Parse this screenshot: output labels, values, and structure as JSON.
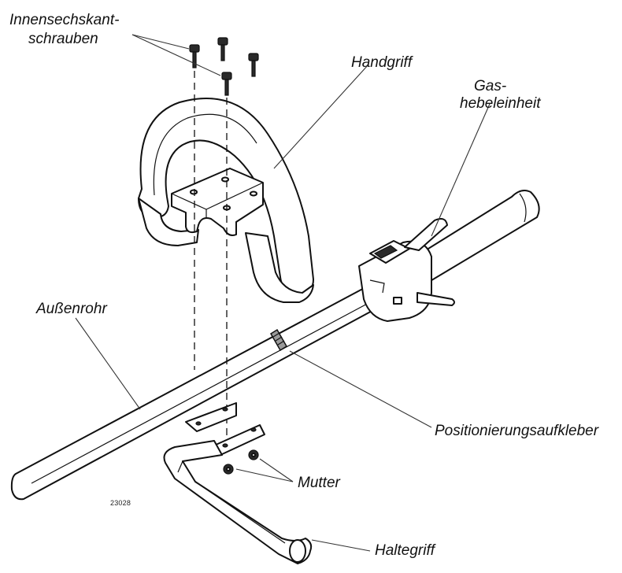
{
  "labels": {
    "screws_line1": "Innensechskant-",
    "screws_line2": "schrauben",
    "handle": "Handgriff",
    "throttle_line1": "Gas-",
    "throttle_line2": "hebeleinheit",
    "outer_tube": "Außenrohr",
    "position_sticker": "Positionierungsaufkleber",
    "nuts": "Mutter",
    "holding_handle": "Haltegriff"
  },
  "figure_number": "23028"
}
